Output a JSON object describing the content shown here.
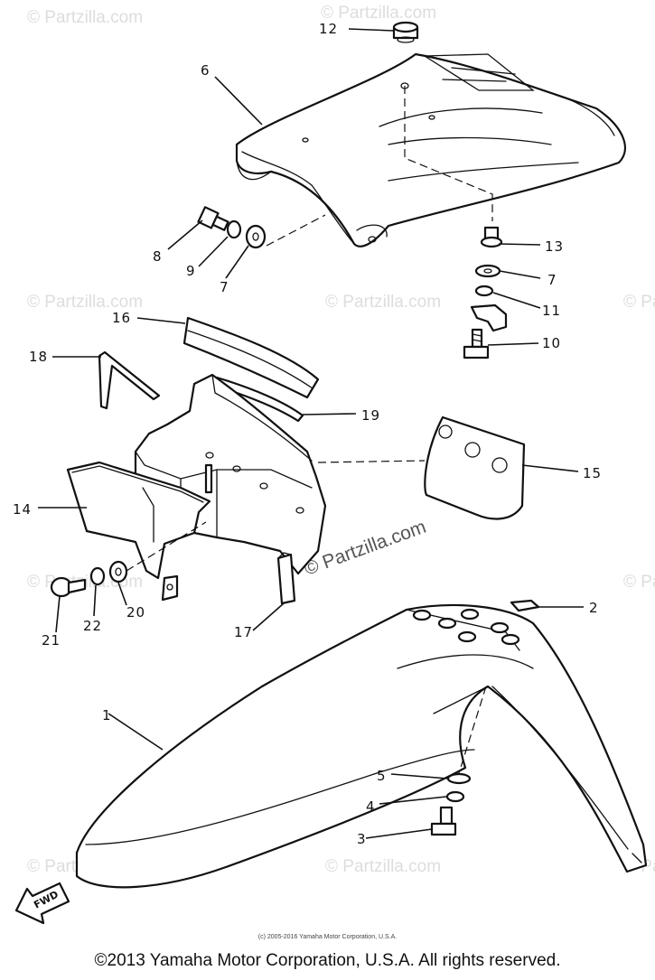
{
  "watermark": "© Partzilla.com",
  "fwd_label": "FWD",
  "inner_copyright": "(c) 2005-2016 Yamaha Motor Corporation, U.S.A.",
  "footer_copyright": "©2013 Yamaha Motor Corporation, U.S.A. All rights reserved.",
  "callouts": {
    "p1": "1",
    "p2": "2",
    "p3": "3",
    "p4": "4",
    "p5": "5",
    "p6": "6",
    "p7a": "7",
    "p7b": "7",
    "p8": "8",
    "p9": "9",
    "p10": "10",
    "p11": "11",
    "p12": "12",
    "p13": "13",
    "p14": "14",
    "p15": "15",
    "p16": "16",
    "p17": "17",
    "p18": "18",
    "p19": "19",
    "p20": "20",
    "p21": "21",
    "p22": "22"
  }
}
